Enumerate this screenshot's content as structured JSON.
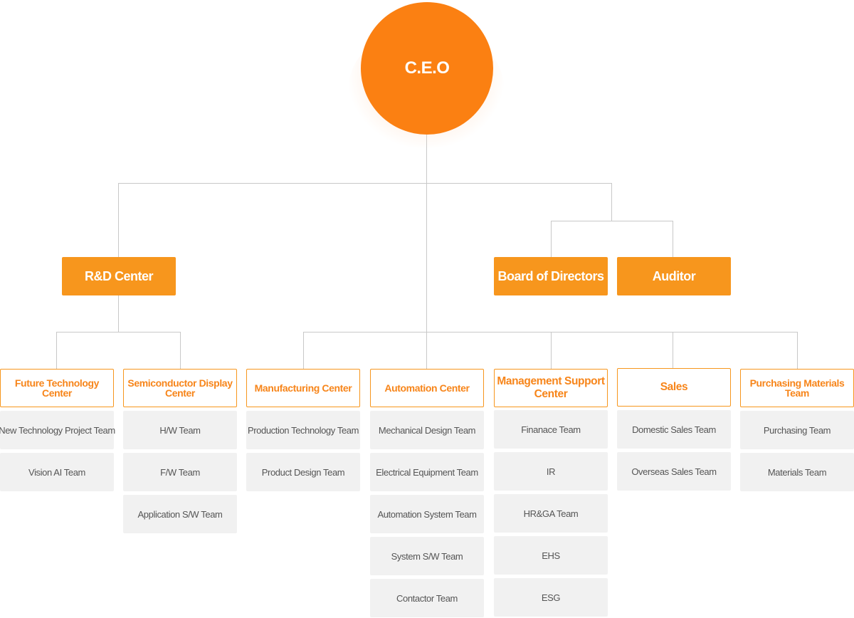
{
  "ceo": {
    "label": "C.E.O"
  },
  "top_boxes": {
    "rd": "R&D Center",
    "board": "Board of Directors",
    "auditor": "Auditor"
  },
  "departments": [
    {
      "title": "Future Technology Center",
      "teams": [
        "New Technology Project Team",
        "Vision AI Team"
      ]
    },
    {
      "title": "Semiconductor Display Center",
      "teams": [
        "H/W Team",
        "F/W Team",
        "Application S/W Team"
      ]
    },
    {
      "title": "Manufacturing Center",
      "teams": [
        "Production Technology Team",
        "Product Design Team"
      ]
    },
    {
      "title": "Automation Center",
      "teams": [
        "Mechanical Design Team",
        "Electrical Equipment Team",
        "Automation System Team",
        "System S/W Team",
        "Contactor Team"
      ]
    },
    {
      "title": "Management Support Center",
      "teams": [
        "Finanace Team",
        "IR",
        "HR&GA Team",
        "EHS",
        "ESG"
      ]
    },
    {
      "title": "Sales",
      "teams": [
        "Domestic Sales Team",
        "Overseas Sales Team"
      ]
    },
    {
      "title": "Purchasing Materials Team",
      "teams": [
        "Purchasing Team",
        "Materials Team"
      ]
    }
  ],
  "colors": {
    "accent": "#fb8012",
    "box": "#f7961d",
    "line": "#c8c8c8",
    "team_bg": "#f1f1f1"
  }
}
